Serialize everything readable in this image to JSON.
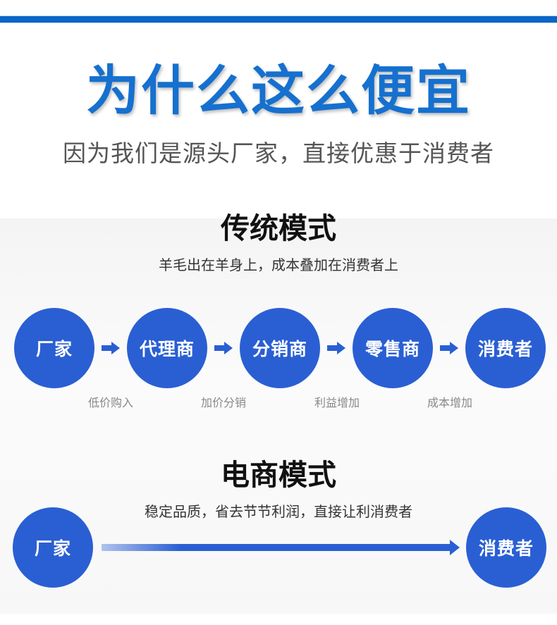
{
  "header": {
    "title": "为什么这么便宜",
    "subtitle": "因为我们是源头厂家，直接优惠于消费者"
  },
  "traditional": {
    "title": "传统模式",
    "subtitle": "羊毛出在羊身上，成本叠加在消费者上",
    "nodes": [
      {
        "label": "厂家"
      },
      {
        "label": "代理商"
      },
      {
        "label": "分销商"
      },
      {
        "label": "零售商"
      },
      {
        "label": "消费者"
      }
    ],
    "step_labels": [
      "低价购入",
      "加价分销",
      "利益增加",
      "成本增加"
    ],
    "arrow_icon": "right-arrow-icon"
  },
  "ecommerce": {
    "title": "电商模式",
    "subtitle": "稳定品质，省去节节利润，直接让利消费者",
    "nodes": [
      {
        "label": "厂家"
      },
      {
        "label": "消费者"
      }
    ],
    "arrow_icon": "long-right-arrow-icon"
  },
  "colors": {
    "accent_blue": "#1570cf",
    "top_bar": "#0a66c8",
    "circle_blue": "#2a5fd3",
    "panel_gray": "#f6f6f6",
    "subtitle_gray": "#555555",
    "step_label_gray": "#888888"
  }
}
